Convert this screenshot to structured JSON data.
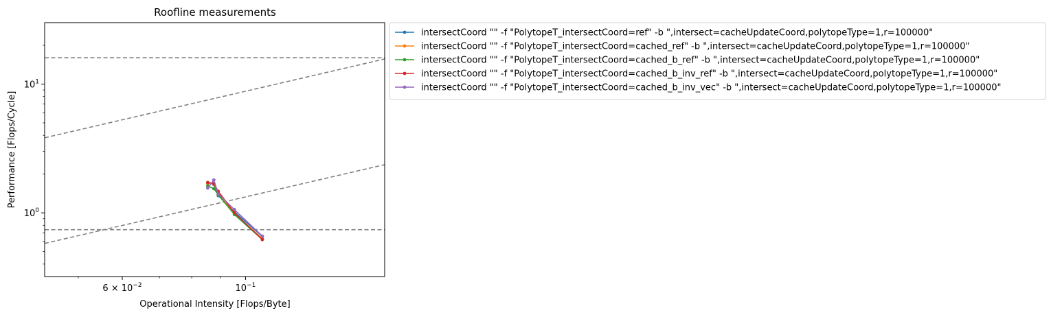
{
  "chart_data": {
    "type": "line",
    "title": "Roofline measurements",
    "xlabel": "Operational Intensity [Flops/Byte]",
    "ylabel": "Performance [Flops/Cycle]",
    "x_scale": "log",
    "y_scale": "log",
    "xlim": [
      0.0435,
      0.178
    ],
    "ylim": [
      0.32,
      30
    ],
    "grid": false,
    "legend_placement": "outside-upper-right",
    "x_ticks": [
      {
        "value": 0.06,
        "mantissa": "6",
        "base": "10",
        "exp": "−2"
      },
      {
        "value": 0.1,
        "mantissa": "",
        "base": "10",
        "exp": "−1"
      }
    ],
    "y_ticks": [
      {
        "value": 1,
        "base": "10",
        "exp": "0"
      },
      {
        "value": 10,
        "base": "10",
        "exp": "1"
      }
    ],
    "rooflines": [
      {
        "kind": "horizontal",
        "y": 16
      },
      {
        "kind": "horizontal",
        "y": 0.74
      },
      {
        "kind": "diagonal",
        "slope": 88
      },
      {
        "kind": "diagonal",
        "slope": 13.3
      }
    ],
    "roofline_color": "#808080",
    "series": [
      {
        "name": "intersectCoord \"\" -f \"PolytopeT_intersectCoord=ref\" -b \",intersect=cacheUpdateCoord,polytopeType=1,r=100000\"",
        "color": "#1f77b4",
        "x": [
          0.0855,
          0.0877,
          0.0893,
          0.0955,
          0.1072
        ],
        "y": [
          1.72,
          1.66,
          1.36,
          1.02,
          0.655
        ]
      },
      {
        "name": "intersectCoord \"\" -f \"PolytopeT_intersectCoord=cached_ref\" -b \",intersect=cacheUpdateCoord,polytopeType=1,r=100000\"",
        "color": "#ff7f0e",
        "x": [
          0.0855,
          0.0877,
          0.0893,
          0.0955,
          0.1072
        ],
        "y": [
          1.7,
          1.68,
          1.42,
          0.99,
          0.63
        ]
      },
      {
        "name": "intersectCoord \"\" -f \"PolytopeT_intersectCoord=cached_b_ref\" -b \",intersect=cacheUpdateCoord,polytopeType=1,r=100000\"",
        "color": "#2ca02c",
        "x": [
          0.0855,
          0.0877,
          0.0893,
          0.0955,
          0.1072
        ],
        "y": [
          1.62,
          1.54,
          1.38,
          0.97,
          0.62
        ]
      },
      {
        "name": "intersectCoord \"\" -f \"PolytopeT_intersectCoord=cached_b_inv_ref\" -b \",intersect=cacheUpdateCoord,polytopeType=1,r=100000\"",
        "color": "#d62728",
        "x": [
          0.0855,
          0.0877,
          0.0893,
          0.0955,
          0.1072
        ],
        "y": [
          1.72,
          1.69,
          1.47,
          1.0,
          0.62
        ]
      },
      {
        "name": "intersectCoord \"\" -f \"PolytopeT_intersectCoord=cached_b_inv_vec\" -b \",intersect=cacheUpdateCoord,polytopeType=1,r=100000\"",
        "color": "#9467bd",
        "x": [
          0.0855,
          0.0877,
          0.0893,
          0.0955,
          0.1072
        ],
        "y": [
          1.56,
          1.8,
          1.4,
          1.06,
          0.66
        ]
      }
    ]
  }
}
